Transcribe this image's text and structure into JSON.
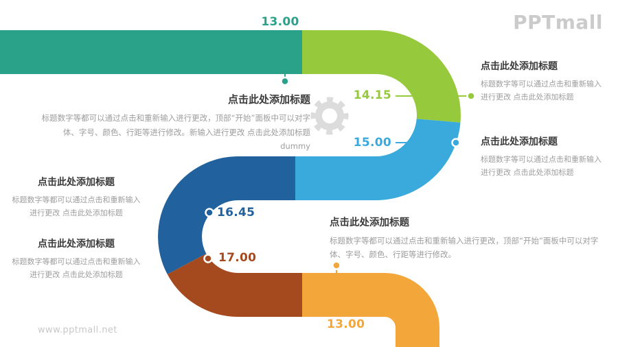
{
  "logo": {
    "text": "PPTmall"
  },
  "footer": {
    "text": "www.pptmall.net"
  },
  "colors": {
    "teal": "#2AA189",
    "green": "#97C93C",
    "skyblue": "#39AADB",
    "darkblue": "#21619E",
    "brown": "#A54A1E",
    "orange": "#F3A73B",
    "gear": "#DCDCDC",
    "title_text": "#3B3B3B",
    "body_text": "#9D9D9D",
    "logo_text": "#CBCBCB",
    "footer_text": "#C8C8C8"
  },
  "icons": {
    "gear": "gear-icon"
  },
  "markers": {
    "m1": {
      "time": "13.00",
      "color": "#2AA189"
    },
    "m2": {
      "time": "14.15",
      "color": "#97C93C"
    },
    "m3": {
      "time": "15.00",
      "color": "#39AADB"
    },
    "m4": {
      "time": "16.45",
      "color": "#21619E"
    },
    "m5": {
      "time": "17.00",
      "color": "#A54A1E"
    },
    "m6": {
      "time": "13.00",
      "color": "#F3A73B"
    }
  },
  "blocks": {
    "center": {
      "title": "点击此处添加标题",
      "body": "标题数字等都可以通过点击和重新输入进行更改，顶部“开始”面板中可以对字体、字号、颜色、行距等进行修改。新输入进行更改 点击此处添加标题dummy"
    },
    "right1": {
      "title": "点击此处添加标题",
      "body": "标题数字等可以通过点击和重新输入进行更改 点击此处添加标题"
    },
    "right2": {
      "title": "点击此处添加标题",
      "body": "标题数字等可以通过点击和重新输入进行更改 点击此处添加标题"
    },
    "left1": {
      "title": "点击此处添加标题",
      "body": "标题数字等都可以通过点击和重新输入进行更改 点击此处添加标题"
    },
    "left2": {
      "title": "点击此处添加标题",
      "body": "标题数字等都可以通过点击和重新输入进行更改 点击此处添加标题"
    },
    "bottom": {
      "title": "点击此处添加标题",
      "body": "标题数字等都可以通过点击和重新输入进行更改，顶部“开始”面板中可以对字体、字号、颜色、行距等进行修改。"
    }
  }
}
